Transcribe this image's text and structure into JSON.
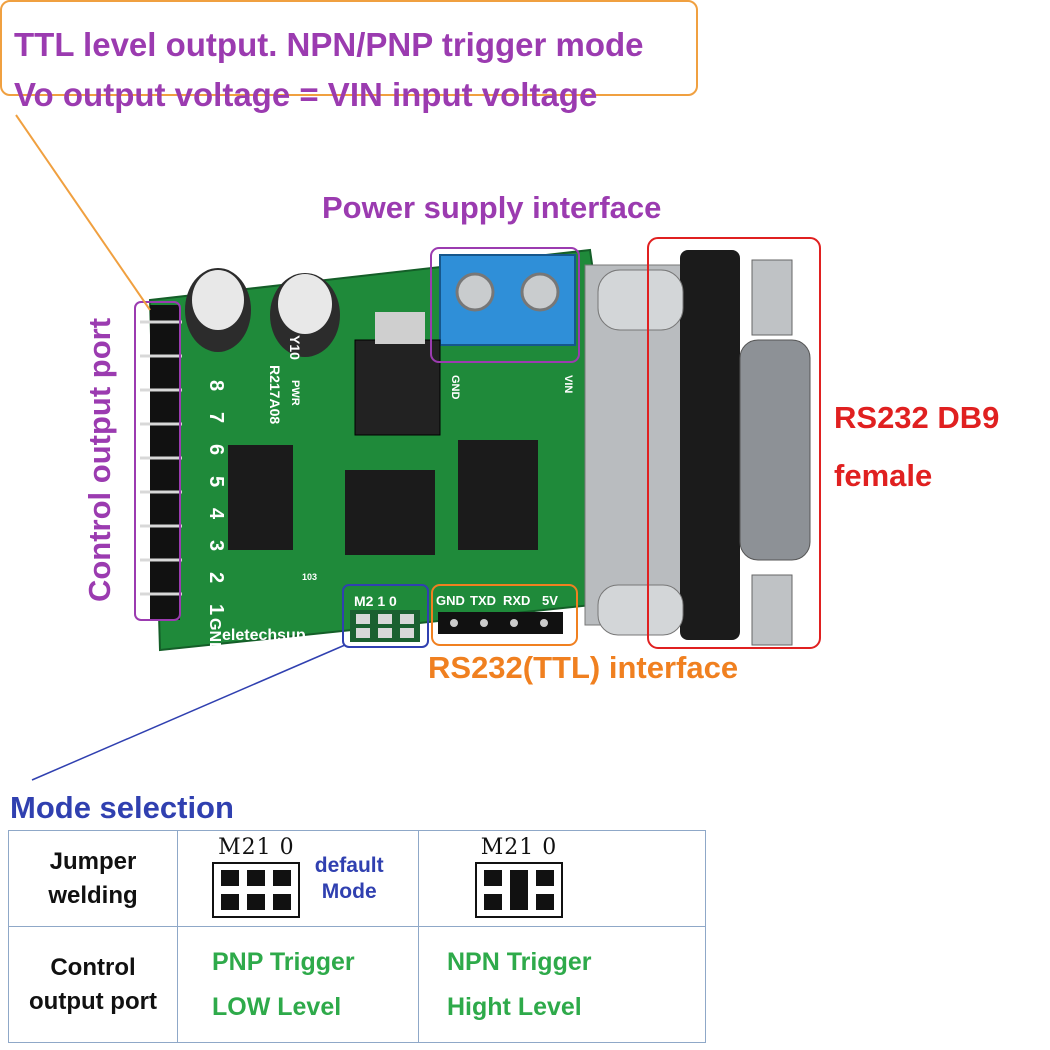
{
  "callouts": {
    "ttl_line1": "TTL level output. NPN/PNP trigger mode",
    "ttl_line2": "Vo output voltage = VIN input voltage",
    "power_supply": "Power supply interface",
    "rs232_db9_line1": "RS232 DB9",
    "rs232_db9_line2": "female",
    "rs232_ttl": "RS232(TTL) interface",
    "control_output": "Control output port",
    "mode_selection": "Mode selection"
  },
  "board": {
    "model": "R217A08",
    "brand": "eletechsup",
    "pwr": "PWR",
    "vin": "VIN",
    "gnd_small": "GND",
    "pins": [
      "8",
      "7",
      "6",
      "5",
      "4",
      "3",
      "2",
      "1",
      "GND"
    ],
    "ttl_pins": [
      "GND",
      "TXD",
      "RXD",
      "5V"
    ],
    "jumper_label": "M2 1 0",
    "cap_text": "Y10",
    "chip_code": "103"
  },
  "table": {
    "row1_header": "Jumper welding",
    "jumper_label": "M21 0",
    "default_mode": [
      "default",
      "Mode"
    ],
    "row2_header": "Control output port",
    "pnp": [
      "PNP  Trigger",
      "LOW Level"
    ],
    "npn": [
      "NPN  Trigger",
      "Hight Level"
    ]
  },
  "colors": {
    "purple": "#9b3bb0",
    "orange": "#f0a040",
    "red": "#e02020",
    "blue": "#3040b0",
    "green": "#2eaa4a",
    "pcb": "#1f8a3a"
  }
}
